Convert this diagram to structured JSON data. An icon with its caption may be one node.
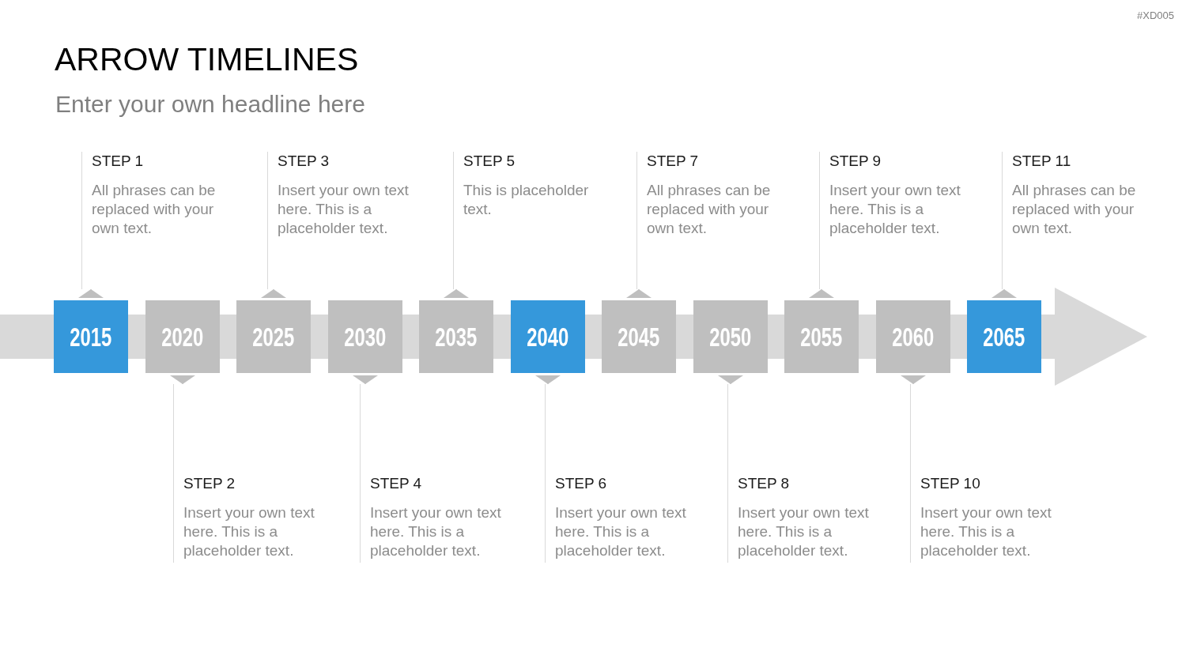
{
  "diagram": {
    "title": "ARROW TIMELINES",
    "nodes": [
      {
        "text": [
          "STEP 1",
          "All phrases can be replaced with your own text."
        ]
      },
      {
        "text": [
          "STEP 3",
          "Insert your own text here. This is a placeholder text."
        ]
      },
      {
        "text": [
          "STEP 5",
          "This is placeholder text."
        ]
      },
      {
        "text": [
          "STEP 7",
          "All phrases can be replaced with your own text."
        ]
      },
      {
        "text": [
          "STEP 9",
          "Insert your own text here. This is a placeholder text."
        ]
      },
      {
        "text": [
          "STEP 11",
          "All phrases can be replaced with your own text."
        ]
      },
      {
        "text": [
          "2015"
        ]
      },
      {
        "text": [
          "2020"
        ]
      },
      {
        "text": [
          "2025"
        ]
      },
      {
        "text": [
          "2030"
        ]
      },
      {
        "text": [
          "2035"
        ]
      },
      {
        "text": [
          "2040"
        ]
      },
      {
        "text": [
          "2045"
        ]
      },
      {
        "text": [
          "2050"
        ]
      },
      {
        "text": [
          "2055"
        ]
      },
      {
        "text": [
          "2060"
        ]
      },
      {
        "text": [
          "2065"
        ]
      },
      {
        "text": [
          "STEP 2",
          "Insert your own text here. This is a placeholder text."
        ]
      },
      {
        "text": [
          "STEP 4",
          "Insert your own text here. This is a placeholder text."
        ]
      },
      {
        "text": [
          "STEP 6",
          "Insert your own text here. This is a placeholder text."
        ]
      },
      {
        "text": [
          "STEP 8",
          "Insert your own text here. This is a placeholder text."
        ]
      },
      {
        "text": [
          "STEP 10",
          "Insert your own text here. This is a placeholder text."
        ]
      }
    ],
    "edges": [
      {
        "from": 6,
        "to": 0,
        "arrow": "to"
      },
      {
        "from": 7,
        "to": 17,
        "arrow": "to"
      },
      {
        "from": 8,
        "to": 1,
        "arrow": "to"
      },
      {
        "from": 9,
        "to": 18,
        "arrow": "to"
      },
      {
        "from": 10,
        "to": 2,
        "arrow": "to"
      },
      {
        "from": 11,
        "to": 19,
        "arrow": "to"
      },
      {
        "from": 12,
        "to": 3,
        "arrow": "to"
      },
      {
        "from": 13,
        "to": 20,
        "arrow": "to"
      },
      {
        "from": 14,
        "to": 4,
        "arrow": "to"
      },
      {
        "from": 15,
        "to": 21,
        "arrow": "to"
      },
      {
        "from": 16,
        "to": 5,
        "arrow": "to"
      },
      {
        "from": null,
        "to": 6,
        "arrow": "none",
        "style": "thick",
        "color": "#d9d9d9"
      },
      {
        "from": 6,
        "to": 7,
        "arrow": "none",
        "style": "thick",
        "color": "#d9d9d9"
      },
      {
        "from": 7,
        "to": 8,
        "arrow": "none",
        "style": "thick",
        "color": "#d9d9d9"
      },
      {
        "from": 8,
        "to": 9,
        "arrow": "none",
        "style": "thick",
        "color": "#d9d9d9"
      },
      {
        "from": 9,
        "to": 10,
        "arrow": "none",
        "style": "thick",
        "color": "#d9d9d9"
      },
      {
        "from": 10,
        "to": 11,
        "arrow": "none",
        "style": "thick",
        "color": "#d9d9d9"
      },
      {
        "from": 11,
        "to": 12,
        "arrow": "none",
        "style": "thick",
        "color": "#d9d9d9"
      },
      {
        "from": 12,
        "to": 13,
        "arrow": "none",
        "style": "thick",
        "color": "#d9d9d9"
      },
      {
        "from": 13,
        "to": 14,
        "arrow": "none",
        "style": "thick",
        "color": "#d9d9d9"
      },
      {
        "from": 14,
        "to": 15,
        "arrow": "none",
        "style": "thick",
        "color": "#d9d9d9"
      },
      {
        "from": 15,
        "to": 16,
        "arrow": "none",
        "style": "thick",
        "color": "#d9d9d9"
      },
      {
        "from": 16,
        "to": null,
        "arrow": "to",
        "style": "thick",
        "color": "#d9d9d9"
      }
    ],
    "labels": [
      "#XD005",
      "Enter your own headline here"
    ]
  }
}
